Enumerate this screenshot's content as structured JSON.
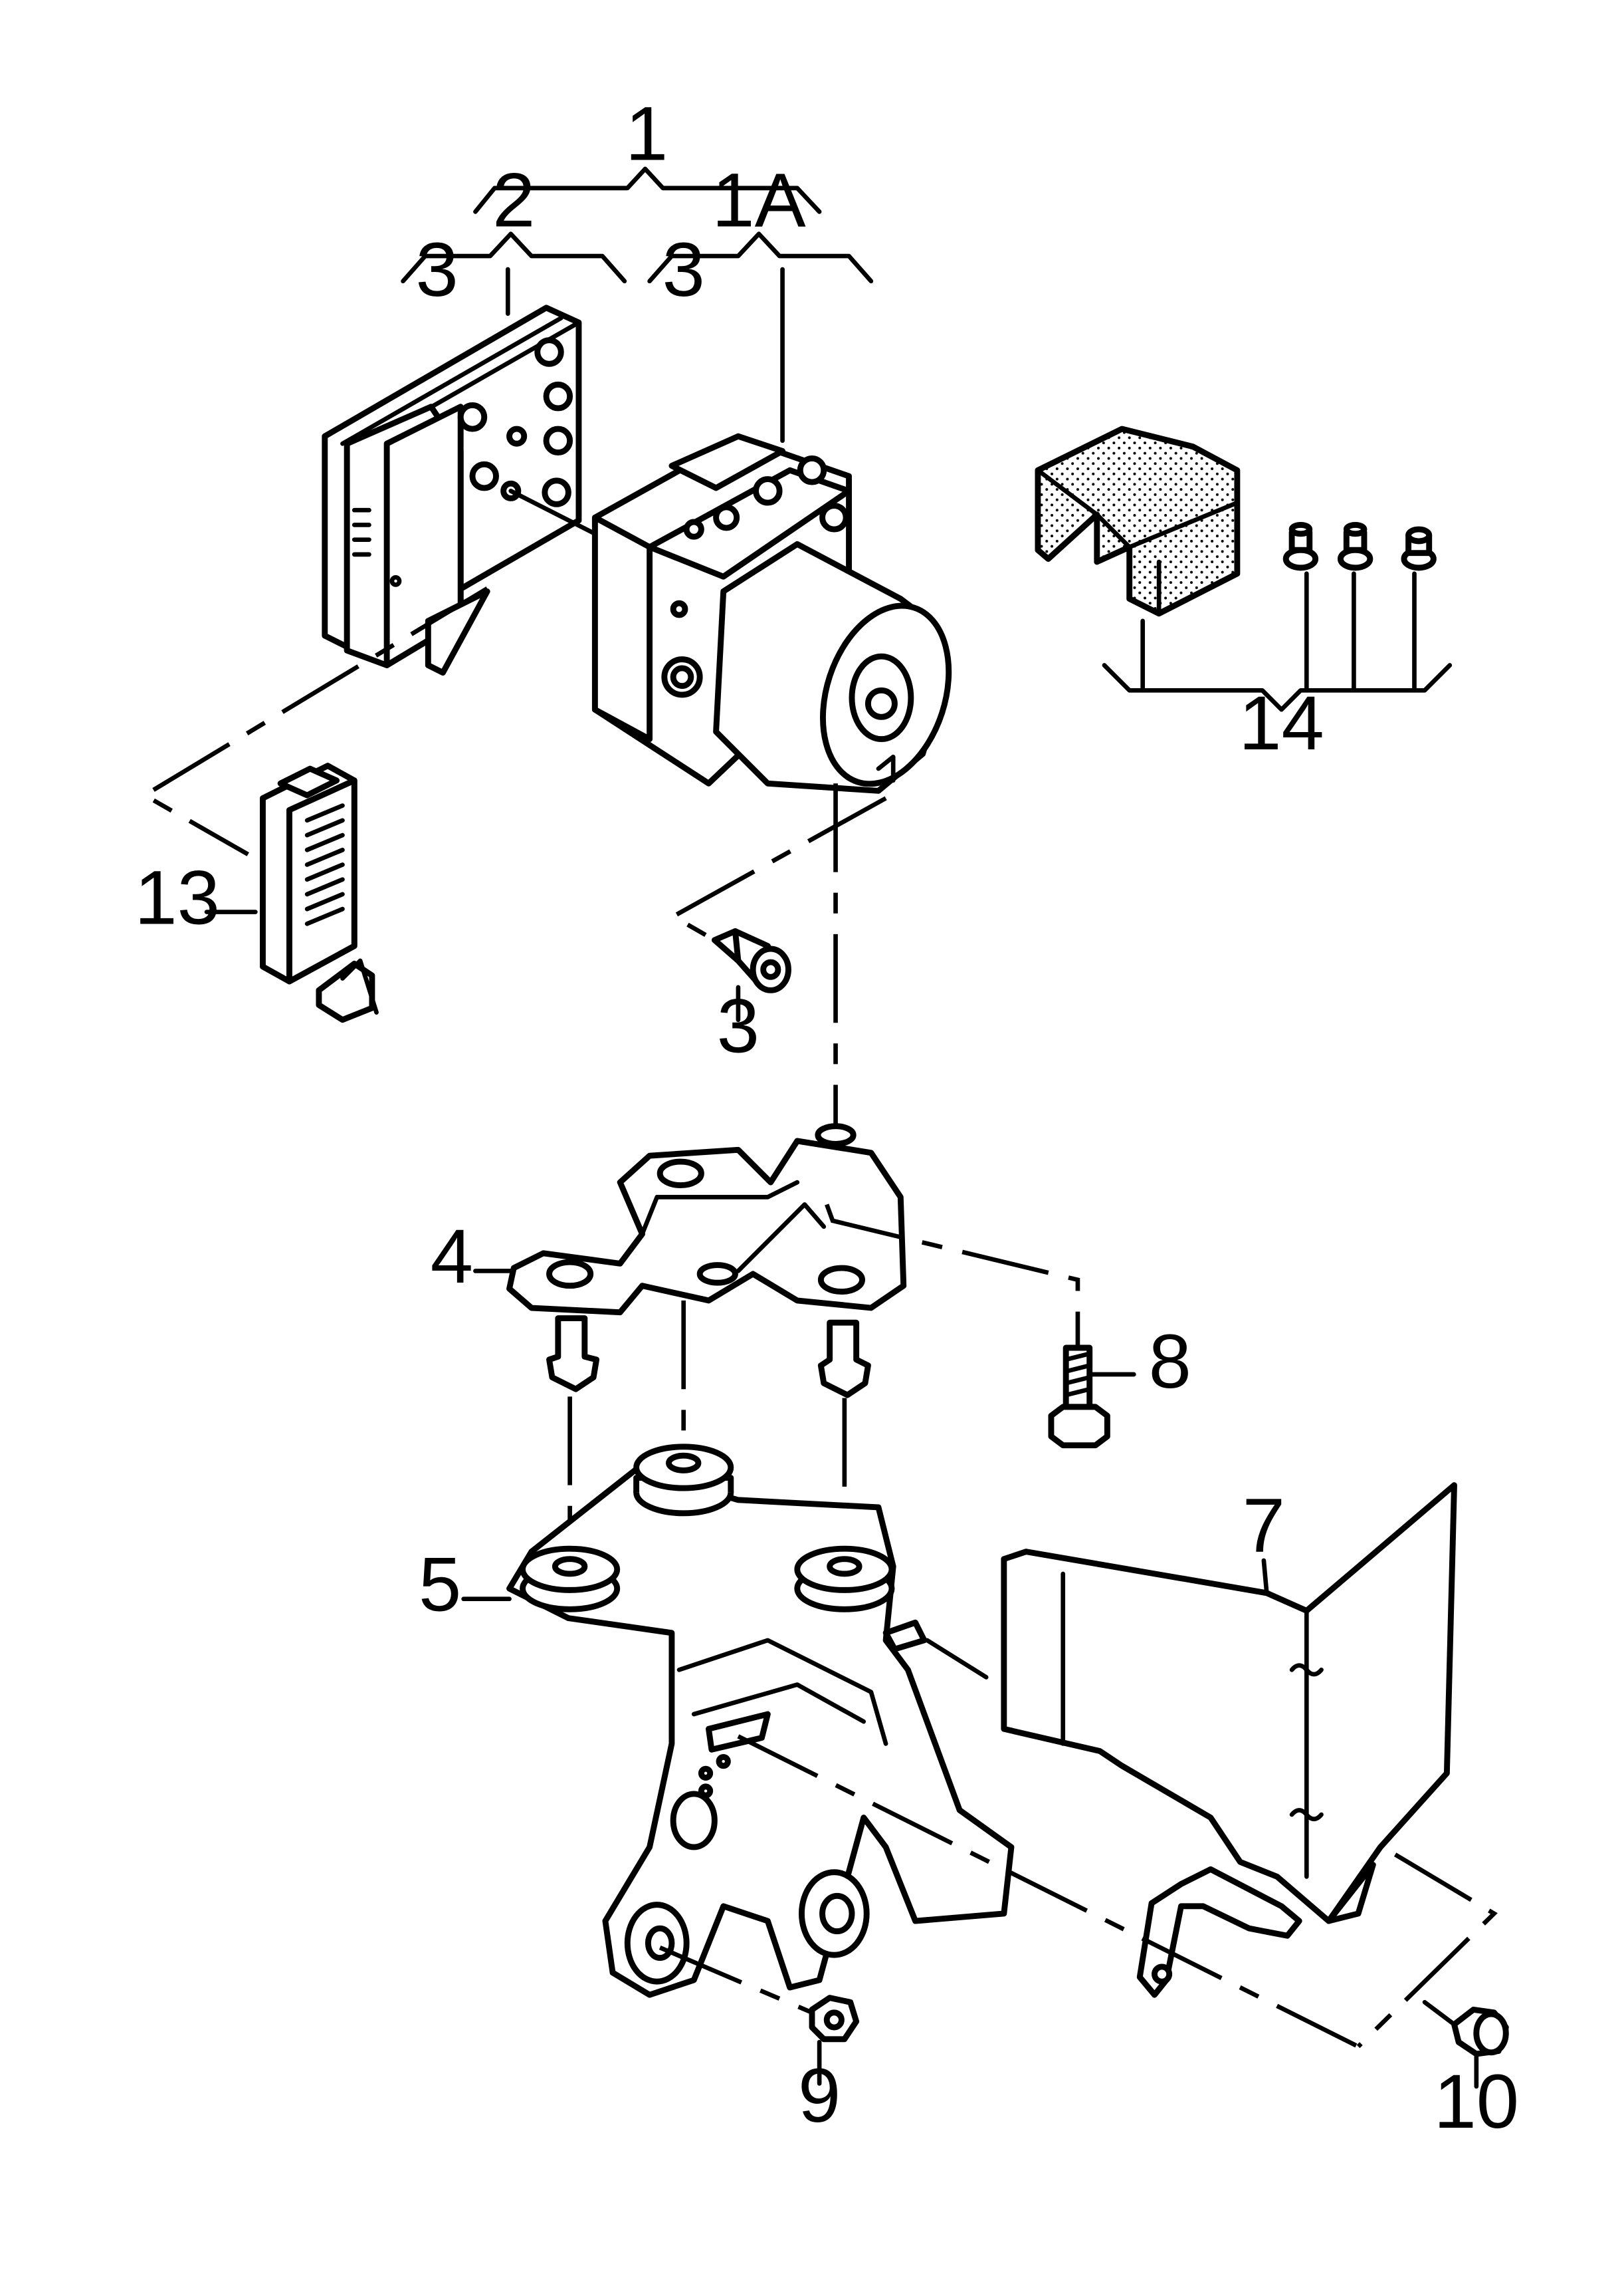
{
  "diagram": {
    "callouts": {
      "c1": "1",
      "c1a": "1A",
      "c2": "2",
      "c3_left": "3",
      "c3_right": "3",
      "c3_bolt": "3",
      "c4": "4",
      "c5": "5",
      "c7": "7",
      "c8": "8",
      "c9": "9",
      "c10": "10",
      "c13": "13",
      "c14": "14"
    },
    "parts": [
      "abs-control-unit-icon",
      "hydraulic-unit-icon",
      "connector-13-icon",
      "bolt-3-icon",
      "bracket-4-icon",
      "bolt-8-icon",
      "mounting-bracket-5-icon",
      "shield-7-icon",
      "nut-9-icon",
      "bolt-10-icon",
      "foam-insulation-14-icon"
    ]
  }
}
